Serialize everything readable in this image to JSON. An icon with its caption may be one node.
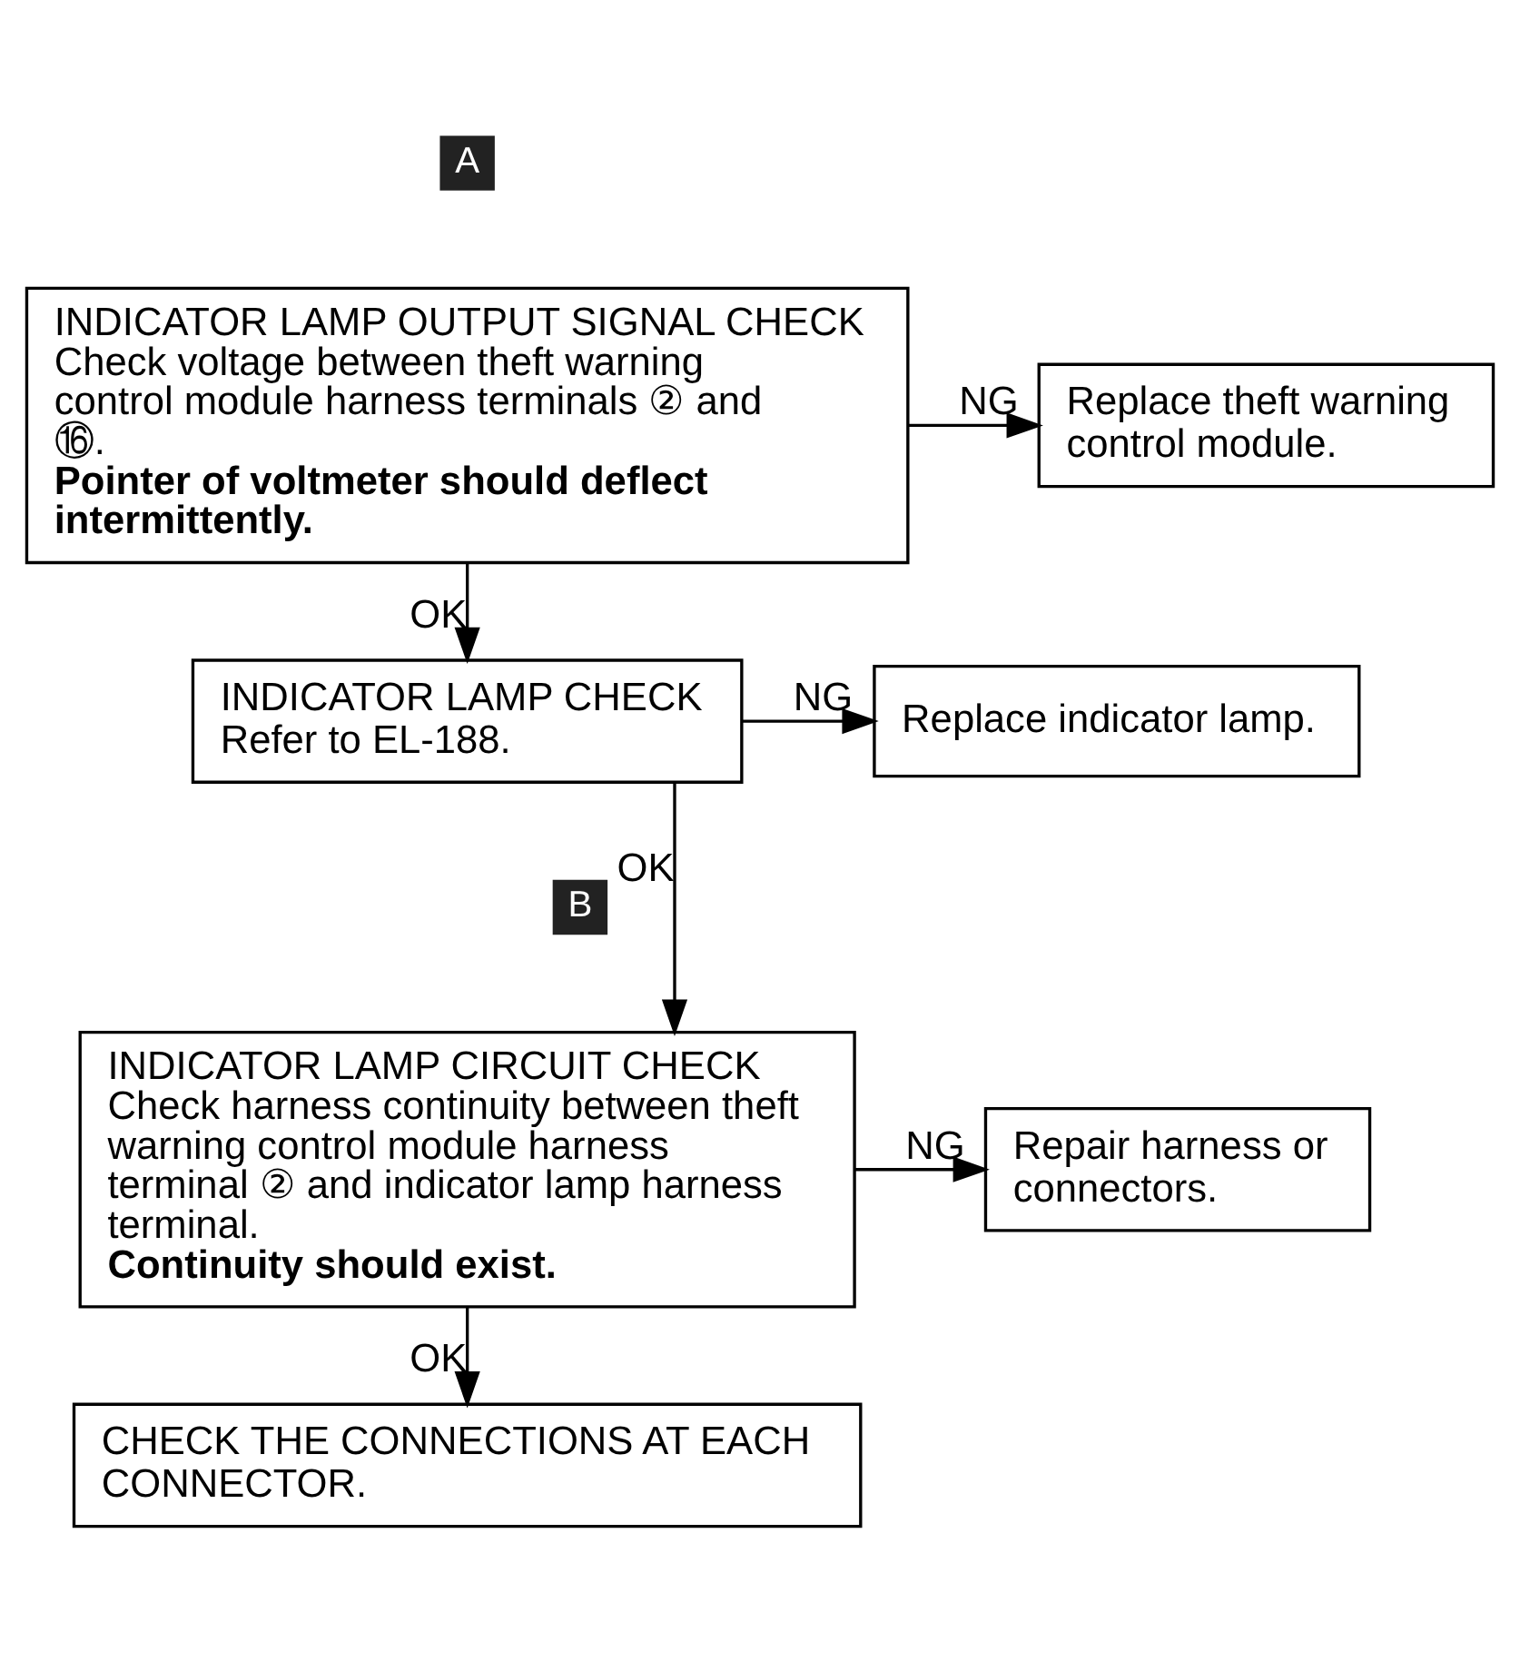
{
  "diagram": {
    "nodes": [
      {
        "text": [
          "INDICATOR LAMP OUTPUT SIGNAL CHECK",
          "Check voltage between theft warning control module harness terminals ② and ⑯.",
          "Pointer of voltmeter should deflect intermittently."
        ]
      },
      {
        "text": [
          "Replace theft warning control module."
        ]
      },
      {
        "text": [
          "INDICATOR LAMP CHECK",
          "Refer to EL-188."
        ]
      },
      {
        "text": [
          "Replace indicator lamp."
        ]
      },
      {
        "text": [
          "INDICATOR LAMP CIRCUIT CHECK",
          "Check harness continuity between theft warning control module harness terminal ② and indicator lamp harness terminal.",
          "Continuity should exist."
        ]
      },
      {
        "text": [
          "Repair harness or connectors."
        ]
      },
      {
        "text": [
          "CHECK THE CONNECTIONS AT EACH CONNECTOR."
        ]
      }
    ],
    "edges": [
      {
        "from": 0,
        "to": 1,
        "arrow": "to",
        "label": "NG"
      },
      {
        "from": 0,
        "to": 2,
        "arrow": "to",
        "label": "OK"
      },
      {
        "from": 2,
        "to": 3,
        "arrow": "to",
        "label": "NG"
      },
      {
        "from": 2,
        "to": 4,
        "arrow": "to",
        "label": "OK"
      },
      {
        "from": 4,
        "to": 5,
        "arrow": "to",
        "label": "NG"
      },
      {
        "from": 4,
        "to": 6,
        "arrow": "to",
        "label": "OK"
      }
    ],
    "labels": [
      "A",
      "B"
    ]
  }
}
